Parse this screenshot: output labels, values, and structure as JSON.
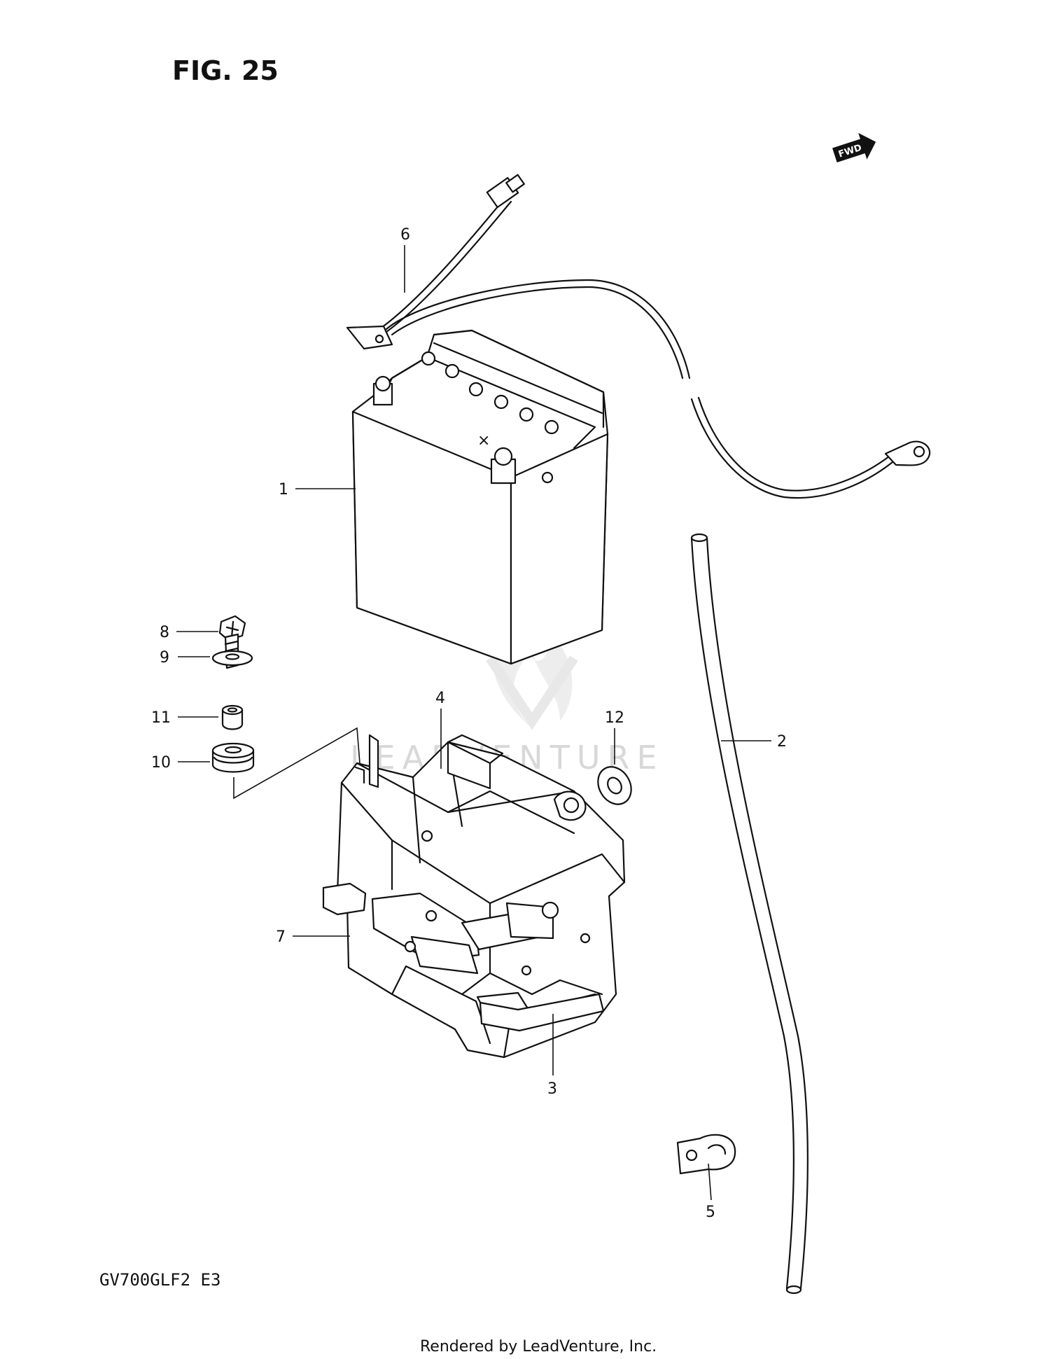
{
  "figure_title": "FIG. 25",
  "direction_badge": "FWD",
  "watermark_text": "LEADVENTURE",
  "model_code": "GV700GLF2 E3",
  "credit": "Rendered by LeadVenture, Inc.",
  "callouts": [
    "1",
    "2",
    "3",
    "4",
    "5",
    "6",
    "7",
    "8",
    "9",
    "10",
    "11",
    "12"
  ],
  "colors": {
    "ink": "#111111",
    "watermark": "#d8d8d8"
  }
}
